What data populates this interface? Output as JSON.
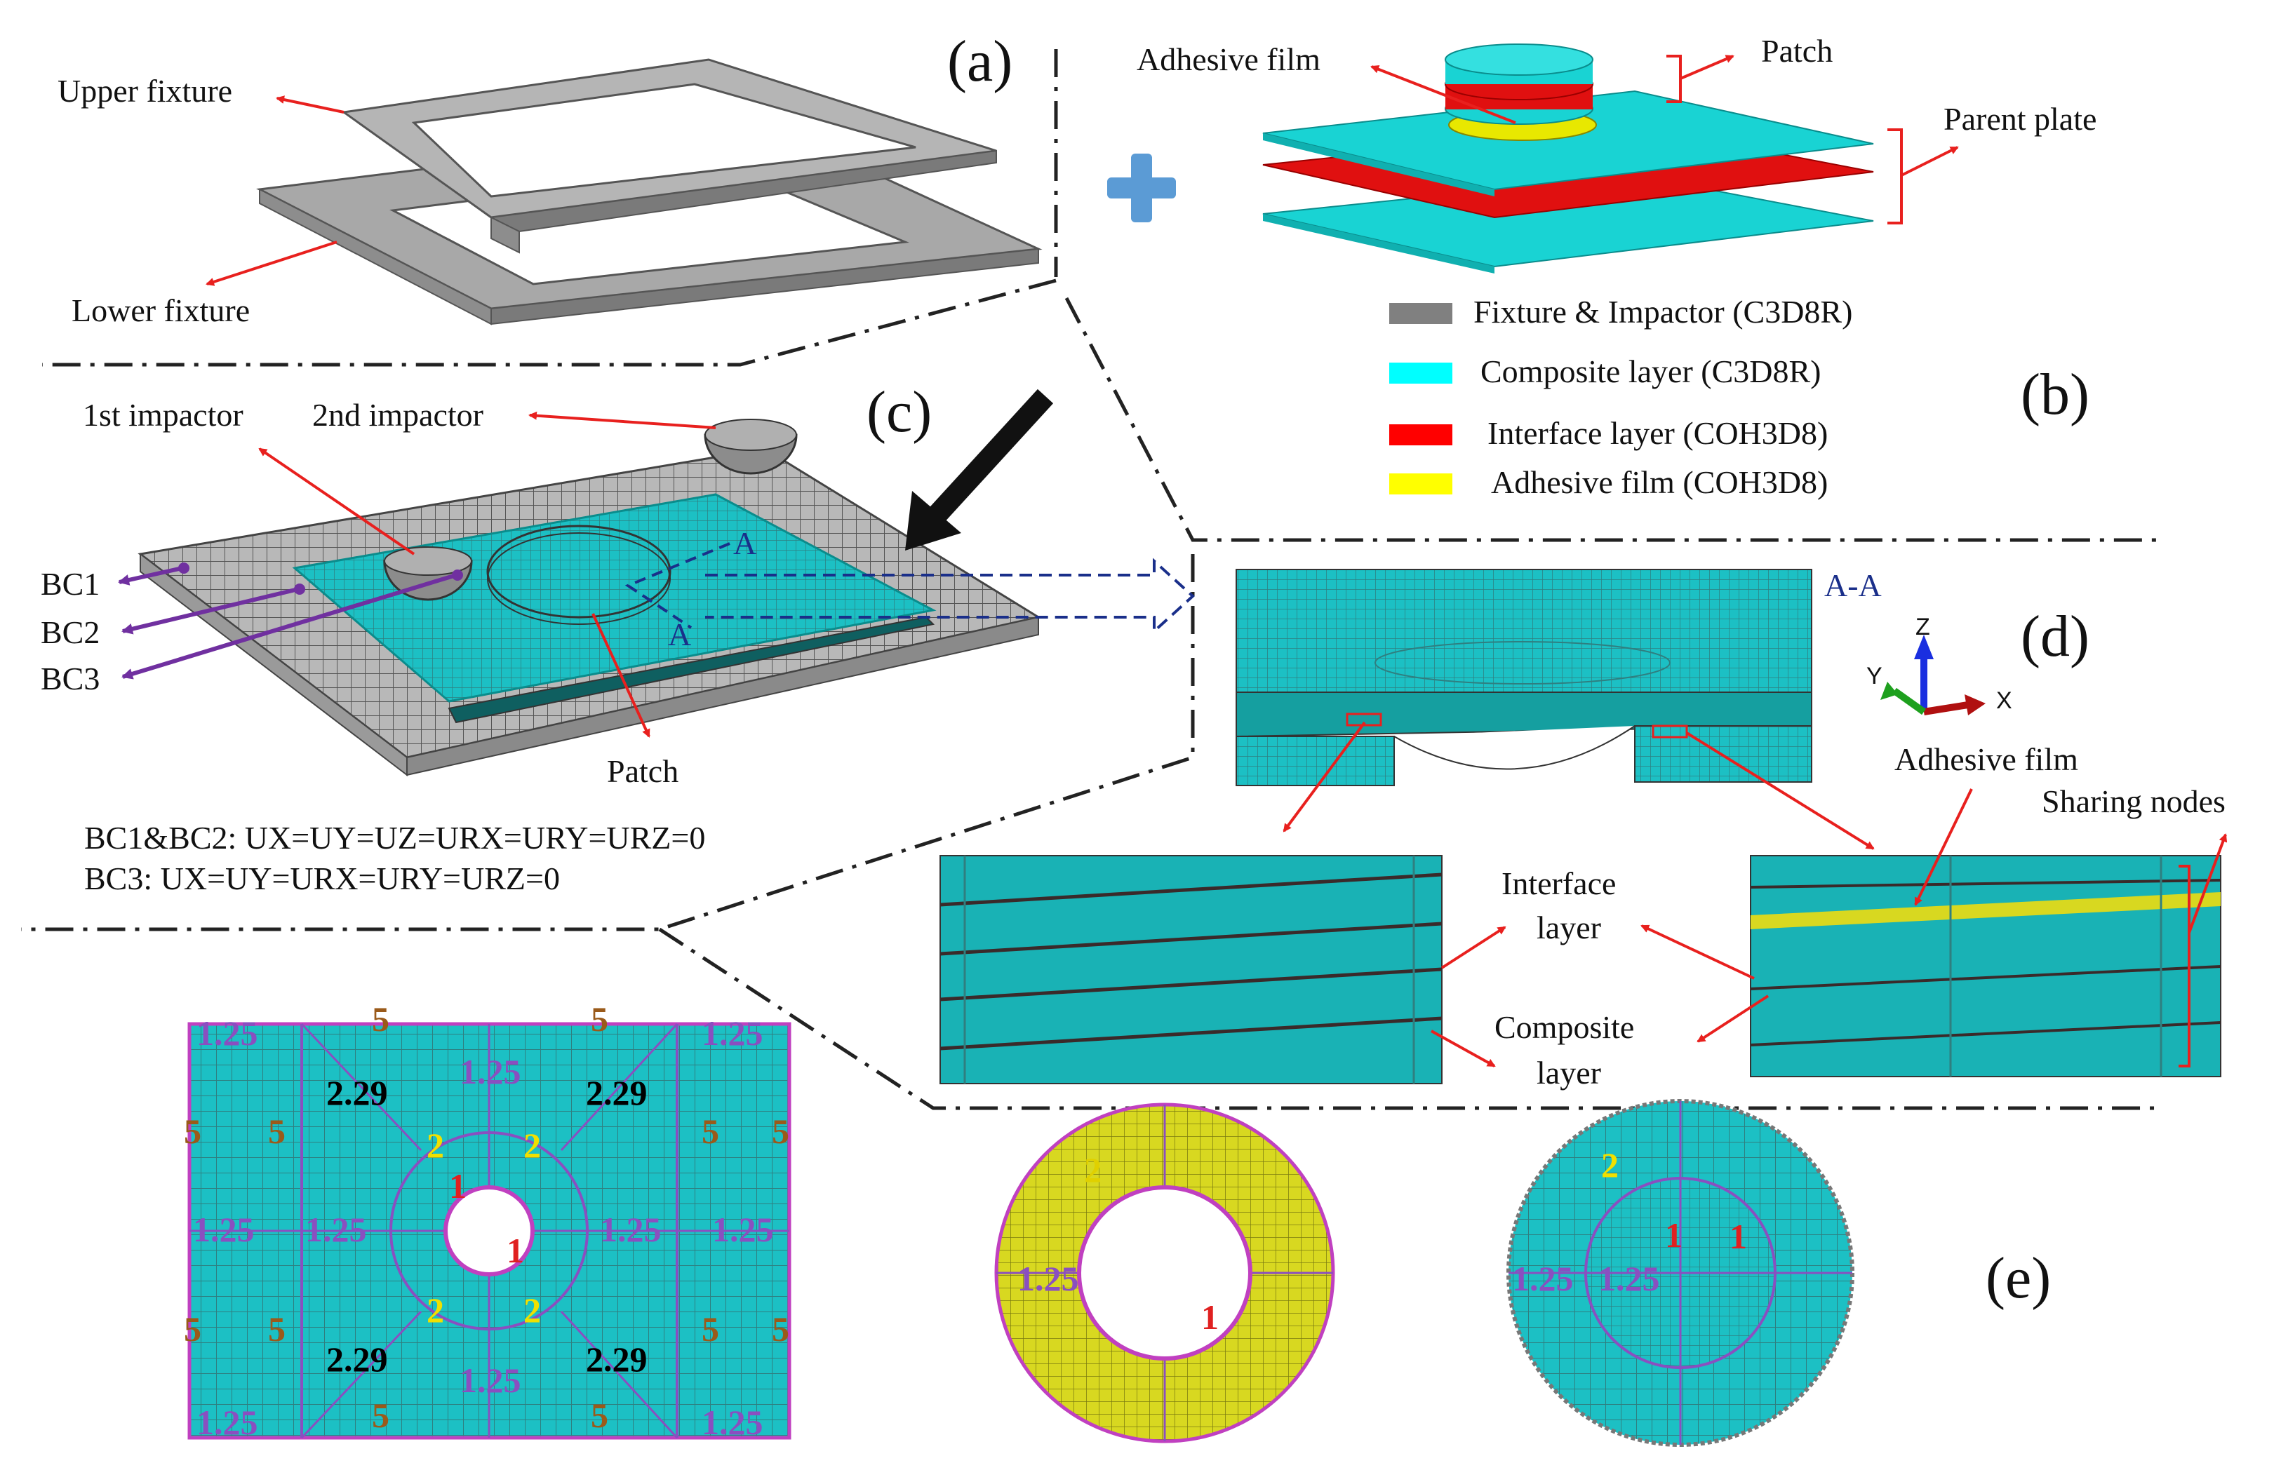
{
  "panels": {
    "a": "(a)",
    "b": "(b)",
    "c": "(c)",
    "d": "(d)",
    "e": "(e)"
  },
  "panel_a": {
    "upper_fixture": "Upper fixture",
    "lower_fixture": "Lower fixture"
  },
  "panel_b": {
    "adhesive_film": "Adhesive film",
    "patch": "Patch",
    "parent_plate": "Parent plate",
    "legend": [
      {
        "label": "Fixture & Impactor (C3D8R)",
        "color": "#808080"
      },
      {
        "label": "Composite layer (C3D8R)",
        "color": "#00ffff"
      },
      {
        "label": "Interface layer (COH3D8)",
        "color": "#ff0000"
      },
      {
        "label": "Adhesive film (COH3D8)",
        "color": "#ffff00"
      }
    ]
  },
  "panel_c": {
    "first_impactor": "1st impactor",
    "second_impactor": "2nd impactor",
    "bc1": "BC1",
    "bc2": "BC2",
    "bc3": "BC3",
    "patch": "Patch",
    "section_mark": "A",
    "constraint_1": "BC1&BC2: UX=UY=UZ=URX=URY=URZ=0",
    "constraint_2": "BC3: UX=UY=URX=URY=URZ=0"
  },
  "panel_d": {
    "section": "A-A",
    "axis_z": "Z",
    "axis_y": "Y",
    "axis_x": "X",
    "adhesive_film": "Adhesive film",
    "sharing_nodes": "Sharing nodes",
    "interface_layer_1": "Interface",
    "interface_layer_2": "layer",
    "composite_layer_1": "Composite",
    "composite_layer_2": "layer"
  },
  "panel_e": {
    "seeds": {
      "s125": "1.25",
      "s5": "5",
      "s229": "2.29",
      "s2": "2",
      "s1": "1"
    }
  },
  "colors": {
    "mesh_cyan": "#1cc0c4",
    "mesh_line": "#2f7f80",
    "adhesive_yellow": "#d8d820",
    "arrow_red": "#e8201e",
    "bc_purple": "#7030a0",
    "seed_purple": "#8a4fc0",
    "seed_brown": "#9a5a1a",
    "fixture_gray": "#a8a8a8"
  }
}
